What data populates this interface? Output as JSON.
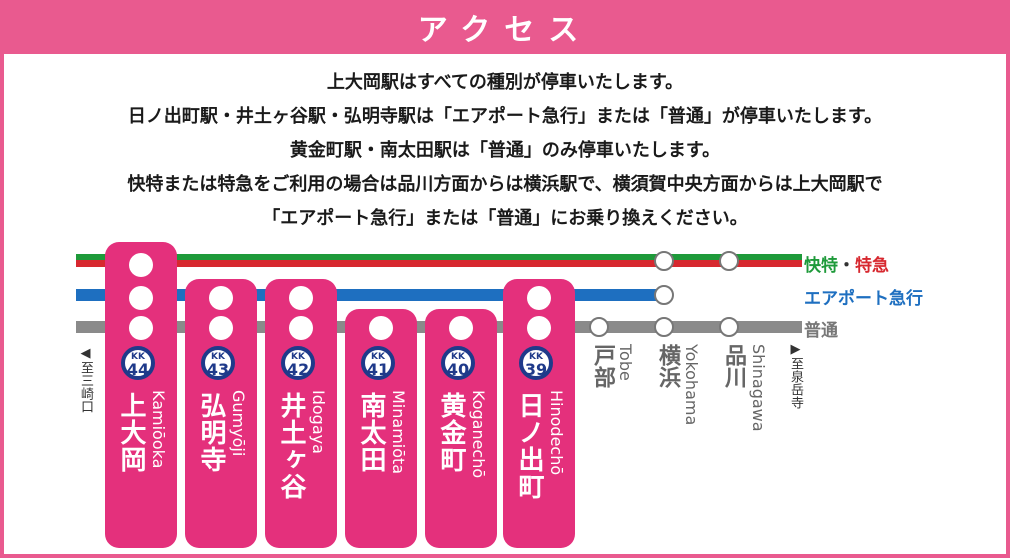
{
  "header": {
    "title": "アクセス"
  },
  "notes": [
    "上大岡駅はすべての種別が停車いたします。",
    "日ノ出町駅・井土ヶ谷駅・弘明寺駅は「エアポート急行」または「普通」が停車いたします。",
    "黄金町駅・南太田駅は「普通」のみ停車いたします。",
    "快特または特急をご利用の場合は品川方面からは横浜駅で、横須賀中央方面からは上大岡駅で",
    "「エアポート急行」または「普通」にお乗り換えください。"
  ],
  "legend": {
    "express": "快特・特急",
    "airport": "エアポート急行",
    "local": "普通"
  },
  "colors": {
    "express_green": "#1e9a3a",
    "express_red": "#d7282f",
    "airport_blue": "#1e6fc0",
    "local_gray": "#8a8a8a",
    "station_pink": "#e4307c"
  },
  "directions": {
    "left": "◀至三崎口",
    "right": "▶至泉岳寺"
  },
  "stations": [
    {
      "code_prefix": "KK",
      "code": "44",
      "name_jp": "上大岡",
      "name_en": "Kamiōoka"
    },
    {
      "code_prefix": "KK",
      "code": "43",
      "name_jp": "弘明寺",
      "name_en": "Gumyōji"
    },
    {
      "code_prefix": "KK",
      "code": "42",
      "name_jp": "井土ヶ谷",
      "name_en": "Idogaya"
    },
    {
      "code_prefix": "KK",
      "code": "41",
      "name_jp": "南太田",
      "name_en": "Minamiōta"
    },
    {
      "code_prefix": "KK",
      "code": "40",
      "name_jp": "黄金町",
      "name_en": "Koganechō"
    },
    {
      "code_prefix": "KK",
      "code": "39",
      "name_jp": "日ノ出町",
      "name_en": "Hinodechō"
    }
  ],
  "other_stations": [
    {
      "name_jp": "戸部",
      "name_en": "Tobe"
    },
    {
      "name_jp": "横浜",
      "name_en": "Yokohama"
    },
    {
      "name_jp": "品川",
      "name_en": "Shinagawa"
    }
  ]
}
